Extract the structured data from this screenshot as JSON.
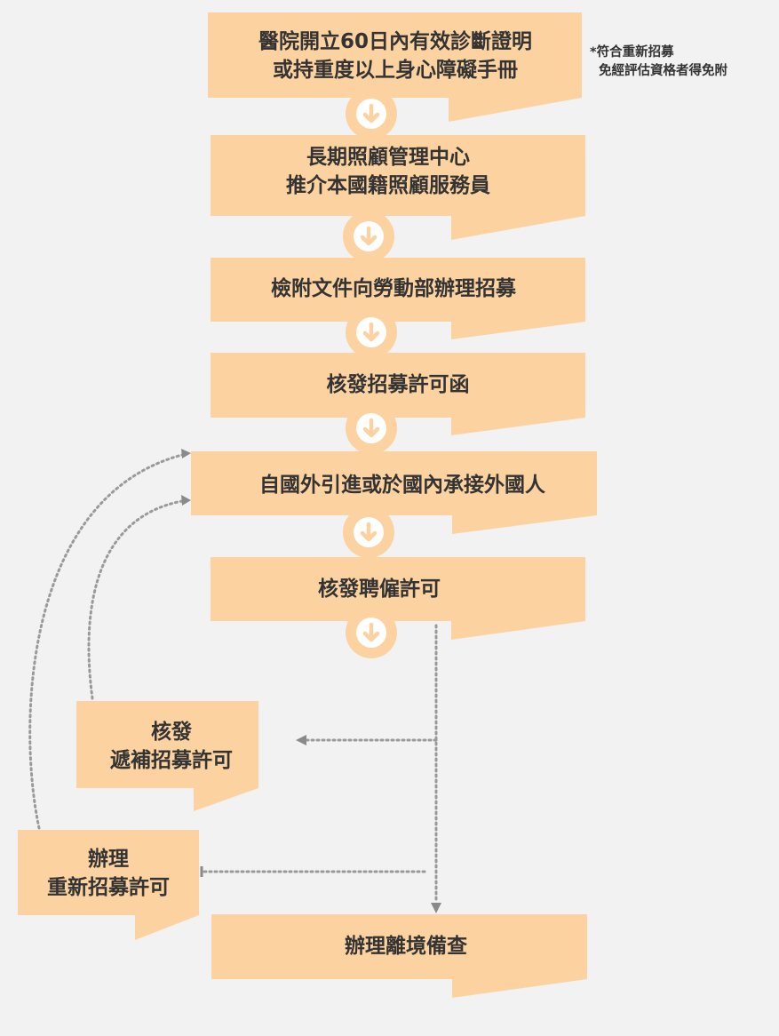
{
  "colors": {
    "background": "#f2f2f2",
    "box_fill": "#fcd3a0",
    "text": "#333333",
    "connector": "#9a9a9a"
  },
  "note": {
    "line1": "*符合重新招募",
    "line2": "免經評估資格者得免附"
  },
  "steps": [
    {
      "id": "step-1",
      "lines": [
        "醫院開立60日內有效診斷證明",
        "或持重度以上身心障礙手冊"
      ]
    },
    {
      "id": "step-2",
      "lines": [
        "長期照顧管理中心",
        "推介本國籍照顧服務員"
      ]
    },
    {
      "id": "step-3",
      "lines": [
        "檢附文件向勞動部辦理招募"
      ]
    },
    {
      "id": "step-4",
      "lines": [
        "核發招募許可函"
      ]
    },
    {
      "id": "step-5",
      "lines": [
        "自國外引進或於國內承接外國人"
      ]
    },
    {
      "id": "step-6",
      "lines": [
        "核發聘僱許可"
      ]
    },
    {
      "id": "step-7",
      "lines": [
        "辦理離境備查"
      ]
    }
  ],
  "side_boxes": [
    {
      "id": "replacement-permit",
      "lines": [
        "核發",
        "遞補招募許可"
      ]
    },
    {
      "id": "re-recruitment",
      "lines": [
        "辦理",
        "重新招募許可"
      ]
    }
  ],
  "icons": {
    "down_arrow": "arrow-circle-down-icon"
  }
}
